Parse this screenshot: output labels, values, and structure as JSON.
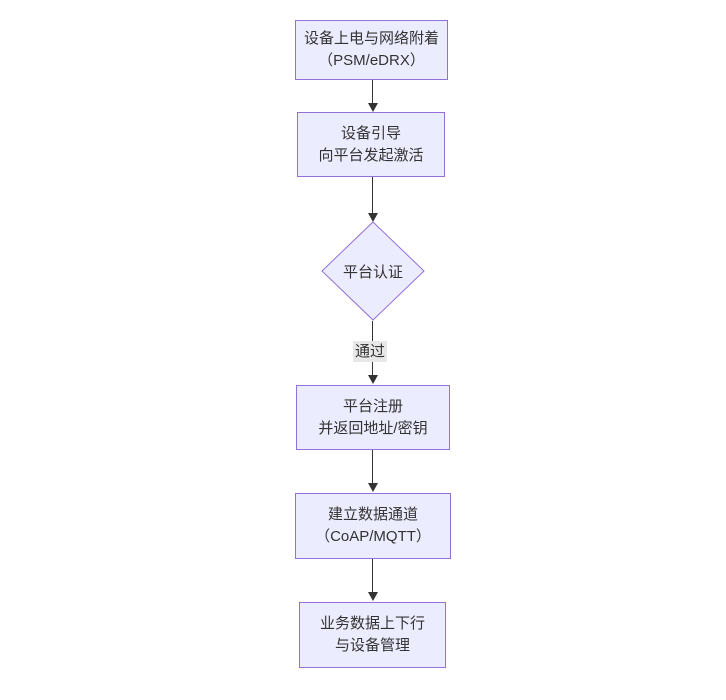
{
  "diagram": {
    "type": "flowchart",
    "direction": "top-down",
    "colors": {
      "background": "#ffffff",
      "node_fill": "#ECECFF",
      "node_border": "#9370DB",
      "edge_color": "#333333",
      "edge_label_bg": "#e8e8e8",
      "text": "#333333"
    },
    "nodes": [
      {
        "id": "power_attach",
        "type": "rect",
        "lines": [
          "设备上电与网络附着",
          "（PSM/eDRX）"
        ]
      },
      {
        "id": "bootstrap",
        "type": "rect",
        "lines": [
          "设备引导",
          "向平台发起激活"
        ]
      },
      {
        "id": "platform_auth",
        "type": "diamond",
        "lines": [
          "平台认证"
        ]
      },
      {
        "id": "platform_register",
        "type": "rect",
        "lines": [
          "平台注册",
          "并返回地址/密钥"
        ]
      },
      {
        "id": "data_channel",
        "type": "rect",
        "lines": [
          "建立数据通道",
          "（CoAP/MQTT）"
        ]
      },
      {
        "id": "business_data",
        "type": "rect",
        "lines": [
          "业务数据上下行",
          "与设备管理"
        ]
      }
    ],
    "edges": [
      {
        "from": "power_attach",
        "to": "bootstrap",
        "label": ""
      },
      {
        "from": "bootstrap",
        "to": "platform_auth",
        "label": ""
      },
      {
        "from": "platform_auth",
        "to": "platform_register",
        "label": "通过"
      },
      {
        "from": "platform_register",
        "to": "data_channel",
        "label": ""
      },
      {
        "from": "data_channel",
        "to": "business_data",
        "label": ""
      }
    ]
  }
}
